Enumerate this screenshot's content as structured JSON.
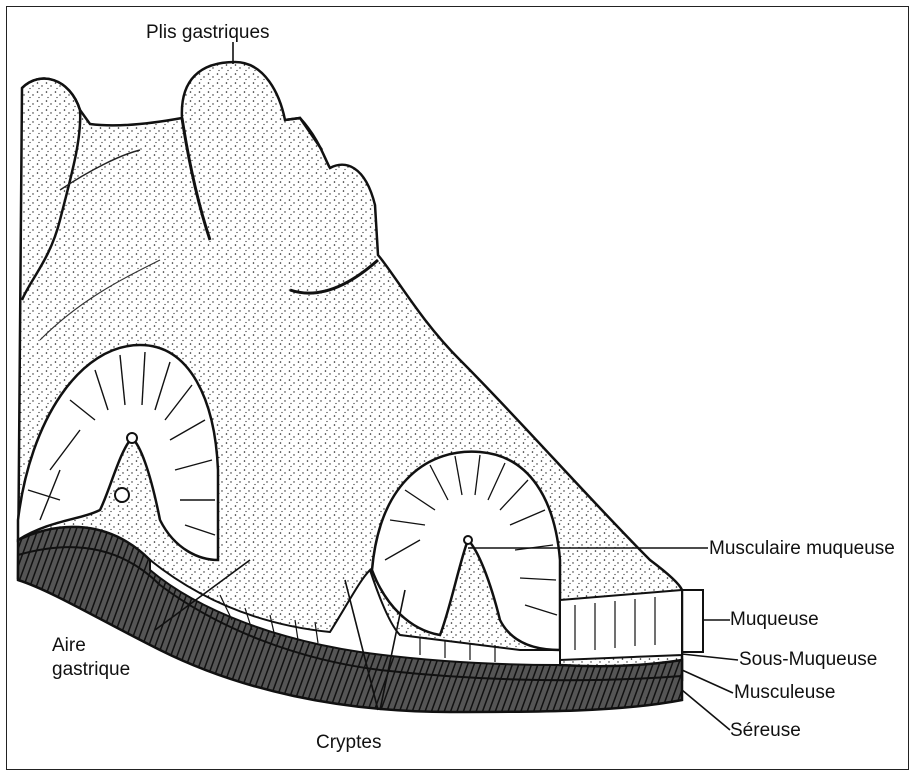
{
  "labels": {
    "plis_gastriques": "Plis gastriques",
    "musculaire_muqueuse": "Musculaire muqueuse",
    "muqueuse": "Muqueuse",
    "sous_muqueuse": "Sous-Muqueuse",
    "musculeuse": "Musculeuse",
    "sereuse": "Séreuse",
    "aire_gastrique_line1": "Aire",
    "aire_gastrique_line2": "gastrique",
    "cryptes": "Cryptes"
  }
}
